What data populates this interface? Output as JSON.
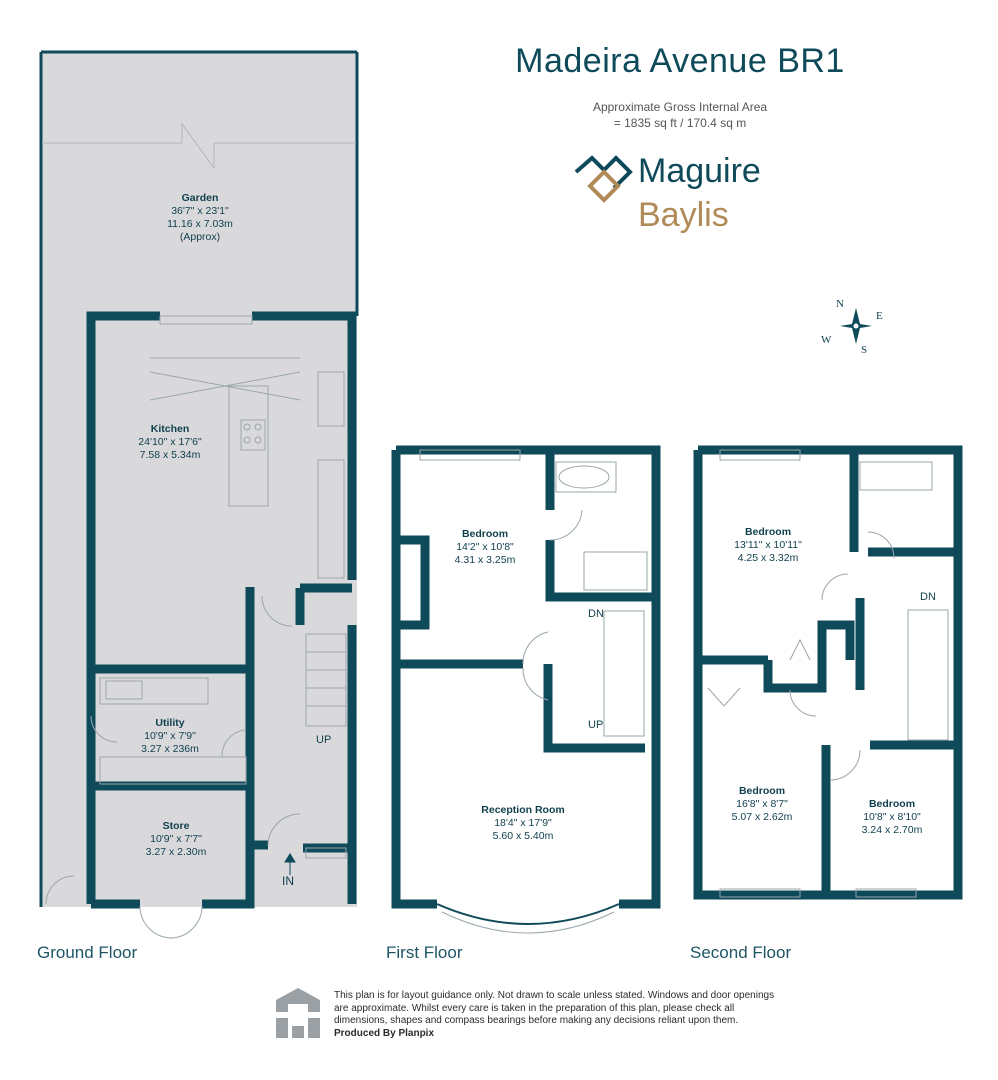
{
  "header": {
    "title": "Madeira Avenue BR1",
    "area_line1": "Approximate Gross Internal Area",
    "area_line2": "= 1835 sq ft / 170.4 sq m"
  },
  "brand": {
    "line1": "Maguire",
    "line2": "Baylis",
    "color_primary": "#0f4a5a",
    "color_accent": "#b08a57"
  },
  "compass": {
    "n": "N",
    "e": "E",
    "s": "S",
    "w": "W"
  },
  "rooms": {
    "garden": {
      "name": "Garden",
      "imperial": "36'7\" x 23'1\"",
      "metric": "11.16 x 7.03m",
      "note": "(Approx)"
    },
    "kitchen": {
      "name": "Kitchen",
      "imperial": "24'10\" x 17'6\"",
      "metric": "7.58 x 5.34m"
    },
    "utility": {
      "name": "Utility",
      "imperial": "10'9\" x 7'9\"",
      "metric": "3.27 x 236m"
    },
    "store": {
      "name": "Store",
      "imperial": "10'9\" x 7'7\"",
      "metric": "3.27 x 2.30m"
    },
    "bedroom_first": {
      "name": "Bedroom",
      "imperial": "14'2\" x 10'8\"",
      "metric": "4.31 x 3.25m"
    },
    "reception": {
      "name": "Reception Room",
      "imperial": "18'4\" x 17'9\"",
      "metric": "5.60 x 5.40m"
    },
    "bedroom_second_a": {
      "name": "Bedroom",
      "imperial": "13'11\" x 10'11\"",
      "metric": "4.25 x 3.32m"
    },
    "bedroom_second_b": {
      "name": "Bedroom",
      "imperial": "16'8\" x 8'7\"",
      "metric": "5.07 x 2.62m"
    },
    "bedroom_second_c": {
      "name": "Bedroom",
      "imperial": "10'8\" x 8'10\"",
      "metric": "3.24 x 2.70m"
    }
  },
  "stairs": {
    "up_ground": "UP",
    "in": "IN",
    "dn_first": "DN",
    "up_first": "UP",
    "dn_second": "DN"
  },
  "floors": {
    "ground": "Ground Floor",
    "first": "First Floor",
    "second": "Second Floor"
  },
  "disclaimer": {
    "line1": "This plan is for layout guidance only. Not drawn to scale unless stated. Windows and door openings",
    "line2": "are approximate. Whilst every care is taken in the preparation of this plan, please check all",
    "line3": "dimensions, shapes and compass bearings before making any decisions reliant upon them.",
    "producer": "Produced By Planpix"
  }
}
